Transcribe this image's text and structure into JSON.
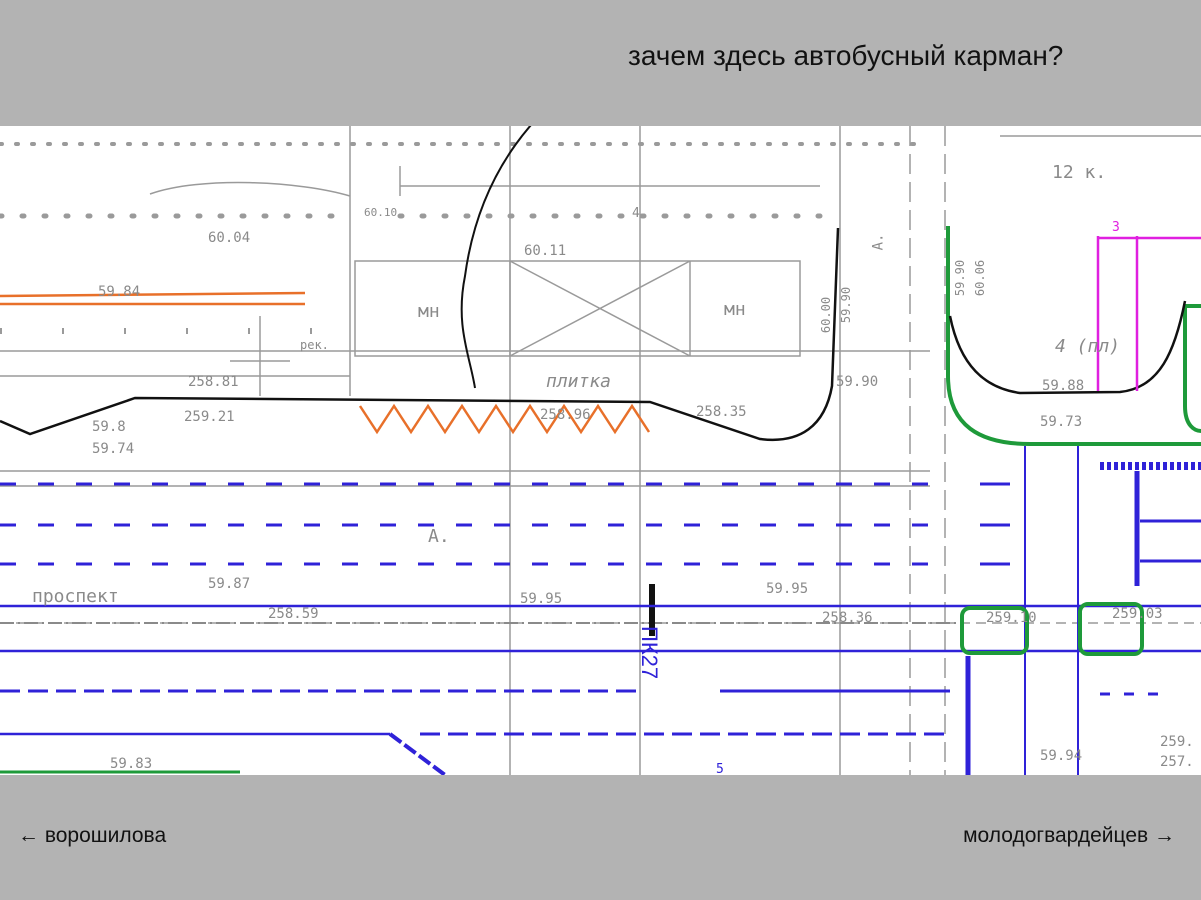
{
  "annotation": {
    "question": "зачем здесь автобусный карман?"
  },
  "navigation": {
    "left": "← ворошилова",
    "right": "молодогвардейцев →"
  },
  "plan": {
    "labels": {
      "elev_6004": "60.04",
      "elev_5984": "59.84",
      "elev_6011": "60.11",
      "elev_6010": "60.10",
      "mn_left": "мн",
      "mn_right": "мн",
      "plitka": "плитка",
      "elev_25881": "258.81",
      "elev_25921": "259.21",
      "elev_25896": "258.96",
      "elev_25835": "258.35",
      "elev_5974": "59.74",
      "elev_598": "59.8",
      "elev_5990": "59.90",
      "rek": "рек.",
      "letter_a_center": "А.",
      "letter_a_right": "А.",
      "prospect": "проспект",
      "elev_5987": "59.87",
      "elev_5995": "59.95",
      "elev_5995b": "59.95",
      "elev_25859": "258.59",
      "elev_25836": "258.36",
      "elev_25910": "259.10",
      "elev_25903": "259.03",
      "elev_5983": "59.83",
      "elev_5994": "59.94",
      "elev_259": "259.",
      "elev_257": "257.",
      "label_12k": "12 к.",
      "label_4pl": "4 (пл)",
      "elev_5988": "59.88",
      "elev_5973": "59.73",
      "elev_5990v": "59.90",
      "elev_6006v": "60.06",
      "elev_6000v": "60.00",
      "elev_5990v2": "59.90",
      "num_3": "3",
      "num_5": "5",
      "num_4": "4"
    },
    "pk_label": "ПК27",
    "colors": {
      "plan_gray": "#8a8a8a",
      "road_blue": "#2f22d8",
      "green": "#1e9a3a",
      "orange": "#e8702a",
      "magenta": "#e020e0",
      "black": "#111111"
    }
  }
}
